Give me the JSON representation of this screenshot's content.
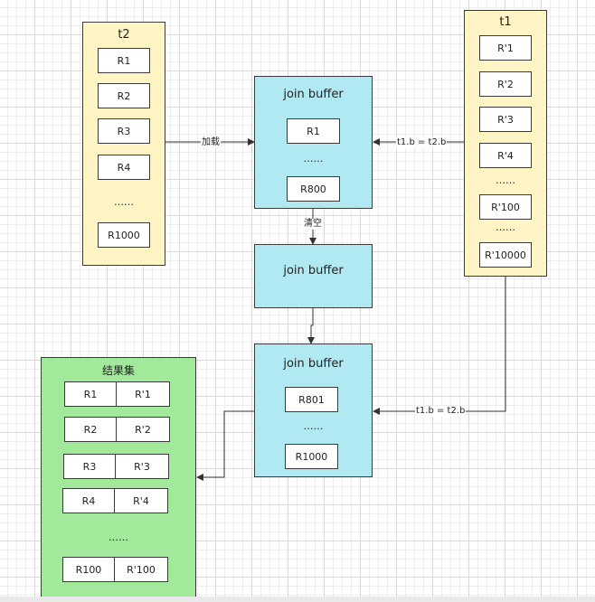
{
  "t2": {
    "title": "t2",
    "rows": [
      "R1",
      "R2",
      "R3",
      "R4"
    ],
    "ellipsis": "……",
    "last": "R1000"
  },
  "t1": {
    "title": "t1",
    "rows": [
      "R'1",
      "R'2",
      "R'3",
      "R'4"
    ],
    "ellipsis1": "……",
    "row_100": "R'100",
    "ellipsis2": "……",
    "last": "R'10000"
  },
  "buffer1": {
    "title": "join buffer",
    "first": "R1",
    "ellipsis": "……",
    "last": "R800"
  },
  "buffer2": {
    "title": "join buffer"
  },
  "buffer3": {
    "title": "join buffer",
    "first": "R801",
    "ellipsis": "……",
    "last": "R1000"
  },
  "result": {
    "title": "结果集",
    "rows": [
      [
        "R1",
        "R'1"
      ],
      [
        "R2",
        "R'2"
      ],
      [
        "R3",
        "R'3"
      ],
      [
        "R4",
        "R'4"
      ]
    ],
    "ellipsis": "……",
    "last": [
      "R100",
      "R'100"
    ]
  },
  "edges": {
    "load": "加载",
    "match_top": "t1.b = t2.b",
    "clear": "清空",
    "match_bottom": "t1.b = t2.b"
  },
  "colors": {
    "table_fill": "#fff4c3",
    "buffer_fill": "#b1e9f2",
    "result_fill": "#a2e99b",
    "stroke": "#3a3a3a"
  }
}
